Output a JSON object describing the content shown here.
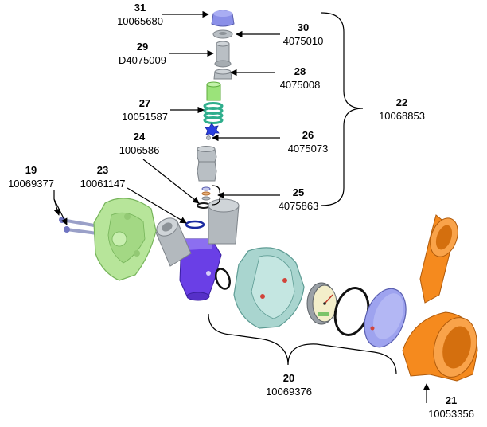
{
  "callouts": {
    "c31": {
      "num": "31",
      "code": "10065680"
    },
    "c30": {
      "num": "30",
      "code": "4075010"
    },
    "c29": {
      "num": "29",
      "code": "D4075009"
    },
    "c28": {
      "num": "28",
      "code": "4075008"
    },
    "c27": {
      "num": "27",
      "code": "10051587"
    },
    "c26": {
      "num": "26",
      "code": "4075073"
    },
    "c24": {
      "num": "24",
      "code": "1006586"
    },
    "c23": {
      "num": "23",
      "code": "10061147"
    },
    "c19": {
      "num": "19",
      "code": "10069377"
    },
    "c25": {
      "num": "25",
      "code": "4075863"
    },
    "c22": {
      "num": "22",
      "code": "10068853"
    },
    "c20": {
      "num": "20",
      "code": "10069376"
    },
    "c21": {
      "num": "21",
      "code": "10053356"
    }
  },
  "colors": {
    "cap_blue": "#8a8fe8",
    "grey": "#b9bfc4",
    "green_light": "#9be37a",
    "teal_spring": "#2fae8c",
    "royal_blue": "#2a3fe0",
    "purple_body": "#6a3fe6",
    "green_housing": "#b7e59a",
    "teal_housing": "#a9d5cf",
    "orange": "#f58a1e",
    "gauge_face": "#f3eeca",
    "lavender_cap": "#9ea3ef"
  }
}
